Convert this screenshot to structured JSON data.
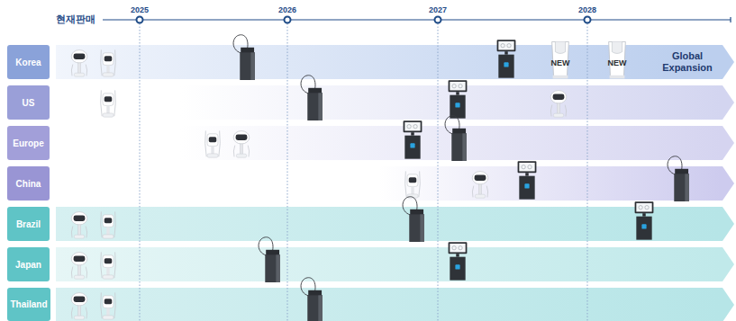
{
  "diagram": {
    "nodes": [
      {
        "text": [
          "Korea"
        ]
      },
      {
        "text": [
          "US"
        ]
      },
      {
        "text": [
          "Europe"
        ]
      },
      {
        "text": [
          "China"
        ]
      },
      {
        "text": [
          "Brazil"
        ]
      },
      {
        "text": [
          "Japan"
        ]
      },
      {
        "text": [
          "Thailand"
        ]
      }
    ],
    "labels": [
      "현재판매",
      "2025",
      "2026",
      "2027",
      "2028",
      "NEW",
      "NEW",
      "Global Expansion"
    ]
  }
}
